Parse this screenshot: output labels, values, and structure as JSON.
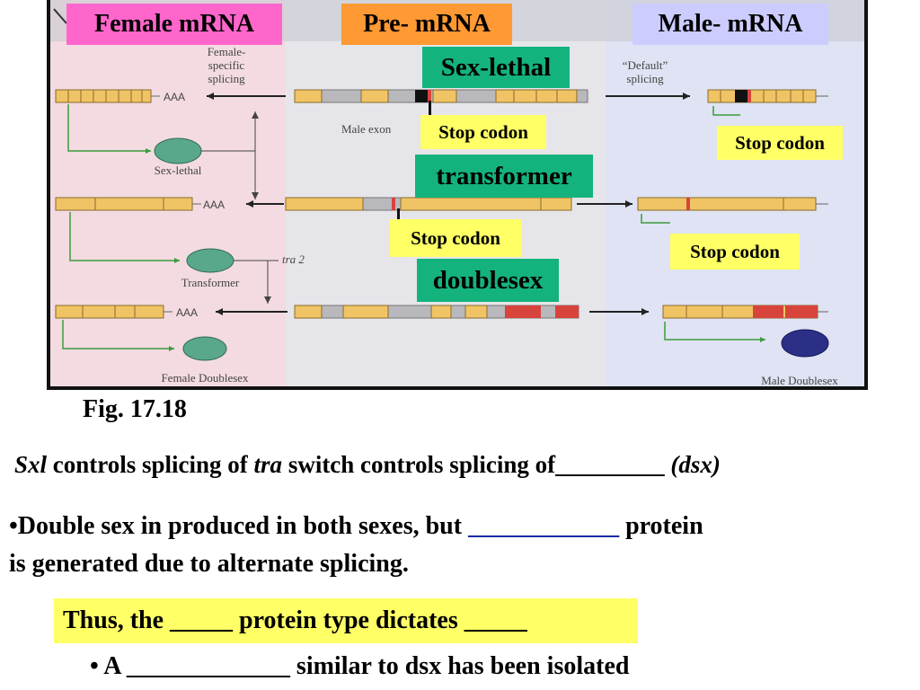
{
  "headers": {
    "female": "Female mRNA",
    "pre": "Pre- mRNA",
    "male": "Male- mRNA"
  },
  "genes": {
    "sxl": "Sex-lethal",
    "tra": "transformer",
    "dsx": "doublesex"
  },
  "stop_codon": "Stop codon",
  "figure_labels": {
    "female_specific": "Female-",
    "female_specific2": "specific",
    "female_specific3": "splicing",
    "default": "“Default”",
    "default2": "splicing",
    "male_exon": "Male exon",
    "sex_lethal": "Sex-lethal",
    "transformer": "Transformer",
    "tra2": "tra 2",
    "female_doublesex": "Female Doublesex",
    "male_doublesex": "Male Doublesex",
    "aaa": "AAA"
  },
  "caption": "Fig. 17.18",
  "line1": {
    "sxl": "Sxl",
    "text1": " controls splicing of ",
    "tra": "tra",
    "text2": " switch controls splicing of_________ ",
    "dsx": "(dsx)"
  },
  "line2": {
    "text1": "•Double sex in produced in both sexes, but ",
    "blank": "____________",
    "text2": " protein",
    "text3": "is generated due to alternate splicing."
  },
  "line3": "Thus, the _____ protein type dictates _____",
  "line4": "• A _____________ similar to dsx has been isolated",
  "colors": {
    "female_bg": "#f2d9df",
    "pre_bg": "#e7e7ea",
    "male_bg": "#dfe3f4",
    "exon": "#f0c465",
    "intron": "#b9b9bd",
    "red": "#d6443c",
    "header_pink": "#ff66cc",
    "header_orange": "#ff9933",
    "header_lav": "#ccccff",
    "gene_green": "#14b37d",
    "stop_yellow": "#ffff66"
  }
}
